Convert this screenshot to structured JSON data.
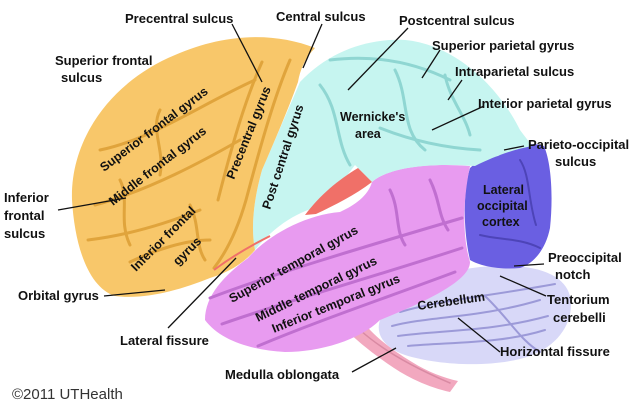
{
  "colors": {
    "frontal": "#f8c76a",
    "parietal": "#c6f5f0",
    "temporal": "#e89bf0",
    "occipital": "#6a5fe2",
    "cerebellum": "#d8d8f8",
    "brainstem": "#f2a8bf",
    "fissure": "#f07068"
  },
  "regions": {
    "superior_frontal_gyrus": "Superior frontal gyrus",
    "middle_frontal_gyrus": "Middle frontal gyrus",
    "inferior_frontal_gyrus_1": "Inferior frontal",
    "inferior_frontal_gyrus_2": "gyrus",
    "precentral_gyrus": "Precentral gyrus",
    "postcentral_gyrus": "Post central gyrus",
    "wernickes_area_1": "Wernicke's",
    "wernickes_area_2": "area",
    "superior_temporal_gyrus": "Superior temporal gyrus",
    "middle_temporal_gyrus": "Middle temporal gyrus",
    "inferior_temporal_gyrus": "Inferior temporal gyrus",
    "lateral_occipital_cortex_1": "Lateral",
    "lateral_occipital_cortex_2": "occipital",
    "lateral_occipital_cortex_3": "cortex",
    "cerebellum": "Cerebellum"
  },
  "labels": {
    "precentral_sulcus": "Precentral sulcus",
    "central_sulcus": "Central sulcus",
    "postcentral_sulcus": "Postcentral sulcus",
    "superior_frontal_sulcus_1": "Superior frontal",
    "superior_frontal_sulcus_2": "sulcus",
    "superior_parietal_gyrus": "Superior parietal gyrus",
    "intraparietal_sulcus": "Intraparietal sulcus",
    "interior_parietal_gyrus": "Interior parietal gyrus",
    "parieto_occipital_sulcus_1": "Parieto-occipital",
    "parieto_occipital_sulcus_2": "sulcus",
    "inferior_frontal_sulcus_1": "Inferior",
    "inferior_frontal_sulcus_2": "frontal",
    "inferior_frontal_sulcus_3": "sulcus",
    "orbital_gyrus": "Orbital gyrus",
    "lateral_fissure": "Lateral fissure",
    "preoccipital_notch_1": "Preoccipital",
    "preoccipital_notch_2": "notch",
    "tentorium_cerebelli_1": "Tentorium",
    "tentorium_cerebelli_2": "cerebelli",
    "horizontal_fissure": "Horizontal fissure",
    "medulla_oblongata": "Medulla oblongata"
  },
  "copyright": "©2011 UTHealth"
}
